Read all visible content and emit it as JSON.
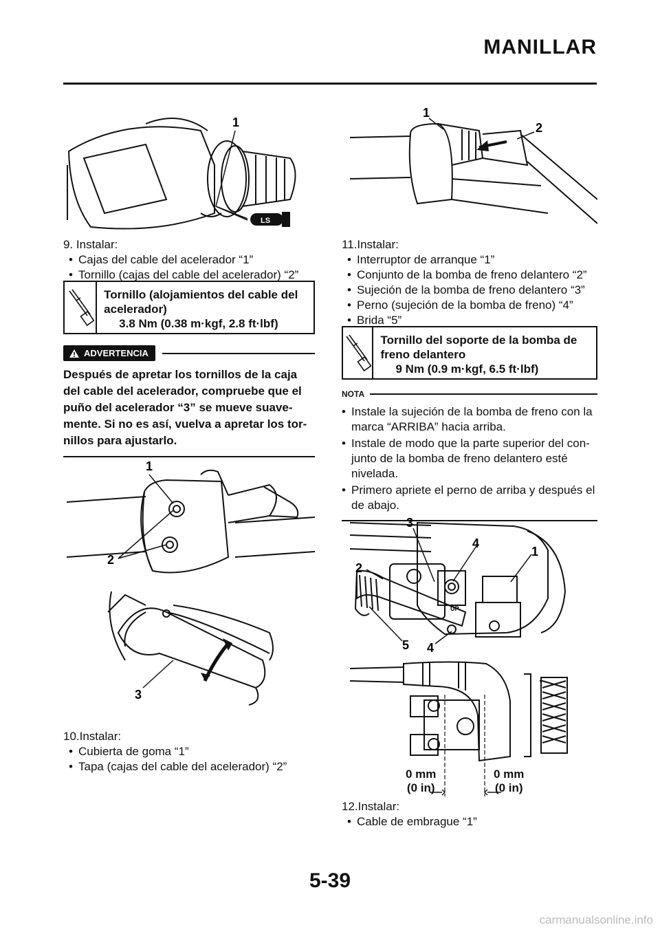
{
  "header": {
    "title": "MANILLAR"
  },
  "left": {
    "step9": {
      "title": "9.  Instalar:",
      "items": [
        "Cajas del cable del acelerador “1”",
        "Tornillo (cajas del cable del acelerador) “2”"
      ]
    },
    "torque1": {
      "label": "Tornillo (alojamientos del cable del acelerador)",
      "value": "3.8 Nm (0.38 m·kgf, 2.8 ft·lbf)"
    },
    "warning": {
      "badge": "ADVERTENCIA",
      "text": "Después de apretar los tornillos de la caja del cable del acelerador, compruebe que el puño del acelerador “3” se mueve suave-mente. Si no es así, vuelva a apretar los tor-nillos para ajustarlo."
    },
    "step10": {
      "title": "10.Instalar:",
      "items": [
        "Cubierta de goma “1”",
        "Tapa (cajas del cable del acelerador) “2”"
      ]
    },
    "fig1_callouts": {
      "c1": "1",
      "ls": "LS"
    },
    "fig2_callouts": {
      "c1": "1",
      "c2": "2",
      "c3": "3"
    }
  },
  "right": {
    "step11": {
      "title": "11.Instalar:",
      "items": [
        "Interruptor de arranque “1”",
        "Conjunto de la bomba de freno delantero “2”",
        "Sujeción de la bomba de freno delantero “3”",
        "Perno (sujeción de la bomba de freno) “4”",
        "Brida “5”"
      ]
    },
    "torque2": {
      "label": "Tornillo del soporte de la bomba de freno delantero",
      "value": "9 Nm (0.9 m·kgf, 6.5 ft·lbf)"
    },
    "nota": {
      "head": "NOTA",
      "items": [
        "Instale la sujeción de la bomba de freno con la marca “ARRIBA” hacia arriba.",
        "Instale de modo que la parte superior del con-junto de la bomba de freno delantero esté nivelada.",
        "Primero apriete el perno de arriba y después el de abajo."
      ]
    },
    "step12": {
      "title": "12.Instalar:",
      "items": [
        "Cable de embrague “1”"
      ]
    },
    "fig1_callouts": {
      "c1": "1",
      "c2": "2"
    },
    "fig2_callouts": {
      "c1": "1",
      "c2": "2",
      "c3": "3",
      "c4a": "4",
      "c4b": "4",
      "c5": "5",
      "up": "UP"
    },
    "fig2_dims": {
      "left_mm": "0 mm",
      "left_in": "(0 in)",
      "right_mm": "0 mm",
      "right_in": "(0 in)"
    }
  },
  "footer": {
    "page": "5-39",
    "watermark": "carmanualsonline.info"
  }
}
